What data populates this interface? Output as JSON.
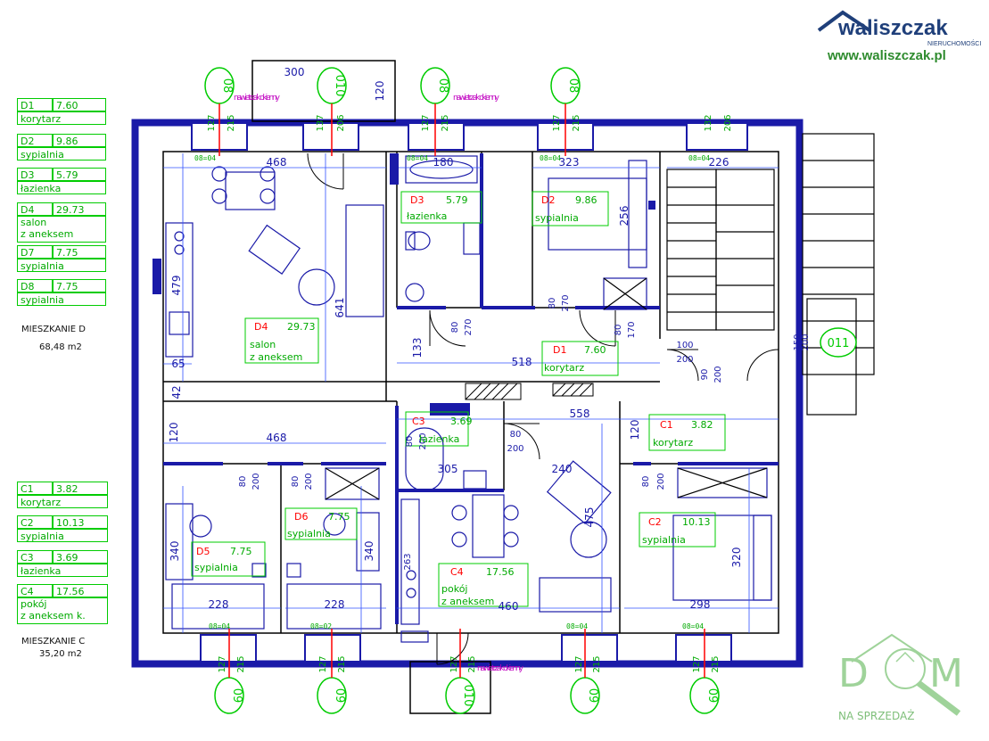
{
  "brand": {
    "name": "waliszczak",
    "tagline": "NIERUCHOMOŚCI",
    "url": "www.waliszczak.pl",
    "color_dark": "#1f3f7a",
    "color_green": "#2e8b2e"
  },
  "watermark": {
    "letters": [
      "D",
      "M"
    ],
    "subtitle": "NA SPRZEDAŻ",
    "color": "#9fd39a"
  },
  "colors": {
    "wall": "#1a1aa8",
    "dim": "#3050ff",
    "label": "#00c000",
    "mark": "#00cc00",
    "room_code": "#ff0000",
    "vent": "#c000c0",
    "stairs": "#000000"
  },
  "legend_d": {
    "rows": [
      {
        "code": "D1",
        "area": "7.60",
        "name": "korytarz"
      },
      {
        "code": "D2",
        "area": "9.86",
        "name": "sypialnia"
      },
      {
        "code": "D3",
        "area": "5.79",
        "name": "łazienka"
      },
      {
        "code": "D4",
        "area": "29.73",
        "name": "salon\nz aneksem"
      },
      {
        "code": "D7",
        "area": "7.75",
        "name": "sypialnia"
      },
      {
        "code": "D8",
        "area": "7.75",
        "name": "sypialnia"
      }
    ],
    "title": "MIESZKANIE D",
    "total": "68,48 m2"
  },
  "legend_c": {
    "rows": [
      {
        "code": "C1",
        "area": "3.82",
        "name": "korytarz"
      },
      {
        "code": "C2",
        "area": "10.13",
        "name": "sypialnia"
      },
      {
        "code": "C3",
        "area": "3.69",
        "name": "łazienka"
      },
      {
        "code": "C4",
        "area": "17.56",
        "name": "pokój\nz aneksem k."
      }
    ],
    "title": "MIESZKANIE C",
    "total": "35,20 m2"
  },
  "rooms": [
    {
      "code": "D4",
      "area": "29.73",
      "name1": "salon",
      "name2": "z aneksem"
    },
    {
      "code": "D3",
      "area": "5.79",
      "name1": "łazienka",
      "name2": ""
    },
    {
      "code": "D2",
      "area": "9.86",
      "name1": "sypialnia",
      "name2": ""
    },
    {
      "code": "D1",
      "area": "7.60",
      "name1": "korytarz",
      "name2": ""
    },
    {
      "code": "C3",
      "area": "3.69",
      "name1": "łazienka",
      "name2": ""
    },
    {
      "code": "C1",
      "area": "3.82",
      "name1": "korytarz",
      "name2": ""
    },
    {
      "code": "D5",
      "area": "7.75",
      "name1": "sypialnia",
      "name2": ""
    },
    {
      "code": "D6",
      "area": "7.75",
      "name1": "sypialnia",
      "name2": ""
    },
    {
      "code": "C4",
      "area": "17.56",
      "name1": "pokój",
      "name2": "z aneksem"
    },
    {
      "code": "C2",
      "area": "10.13",
      "name1": "sypialnia",
      "name2": ""
    }
  ],
  "dimensions": [
    "300",
    "120",
    "468",
    "180",
    "323",
    "226",
    "256",
    "479",
    "641",
    "65",
    "42",
    "133",
    "518",
    "80",
    "270",
    "80",
    "270",
    "80",
    "170",
    "100",
    "200",
    "90",
    "200",
    "558",
    "120",
    "120",
    "468",
    "305",
    "240",
    "80",
    "200",
    "80",
    "200",
    "80",
    "200",
    "80",
    "200",
    "80",
    "200",
    "340",
    "340",
    "475",
    "320",
    "228",
    "228",
    "460",
    "298",
    "263",
    "150",
    "200"
  ],
  "window_marks": [
    "08",
    "010",
    "08",
    "08",
    "09",
    "09",
    "010",
    "09",
    "09",
    "011"
  ],
  "window_sizes": [
    "127",
    "215",
    "137",
    "206",
    "127",
    "215",
    "127",
    "215",
    "132",
    "206",
    "127",
    "215",
    "127",
    "215",
    "127",
    "215",
    "127",
    "215",
    "127",
    "215"
  ],
  "vent_label": "nawietrzak okienny",
  "sill_labels": [
    "08=04",
    "08=04",
    "08=04",
    "08=02",
    "08=04",
    "08=04",
    "08=04",
    "08=04"
  ]
}
